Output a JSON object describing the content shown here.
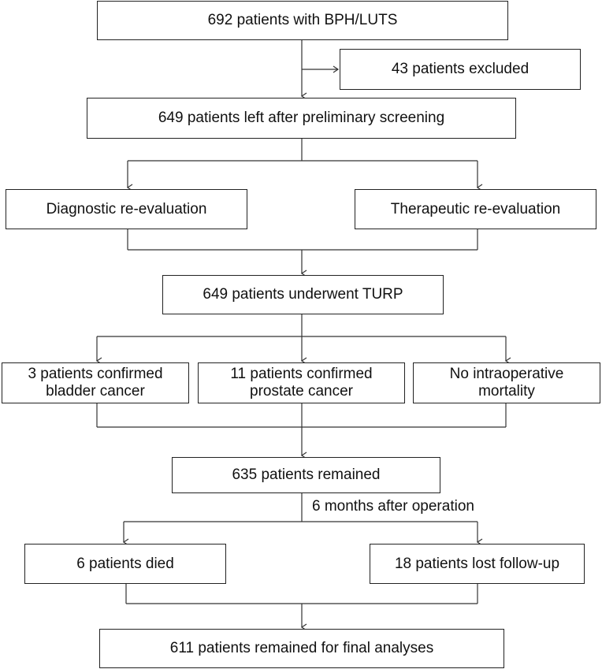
{
  "flowchart": {
    "start": "692 patients with BPH/LUTS",
    "excluded": "43 patients excluded",
    "screening": "649 patients left after preliminary screening",
    "diagnostic": "Diagnostic re-evaluation",
    "therapeutic": "Therapeutic re-evaluation",
    "turp": "649 patients underwent TURP",
    "bladder_line1": "3 patients confirmed",
    "bladder_line2": "bladder cancer",
    "prostate_line1": "11 patients confirmed",
    "prostate_line2": "prostate cancer",
    "mortality_line1": "No intraoperative",
    "mortality_line2": "mortality",
    "remained": "635 patients remained",
    "interval": "6 months after operation",
    "died": "6 patients died",
    "lost": "18 patients lost follow-up",
    "final": "611 patients remained for final analyses"
  },
  "colors": {
    "line": "#333333",
    "border": "#222222",
    "text": "#111111"
  }
}
